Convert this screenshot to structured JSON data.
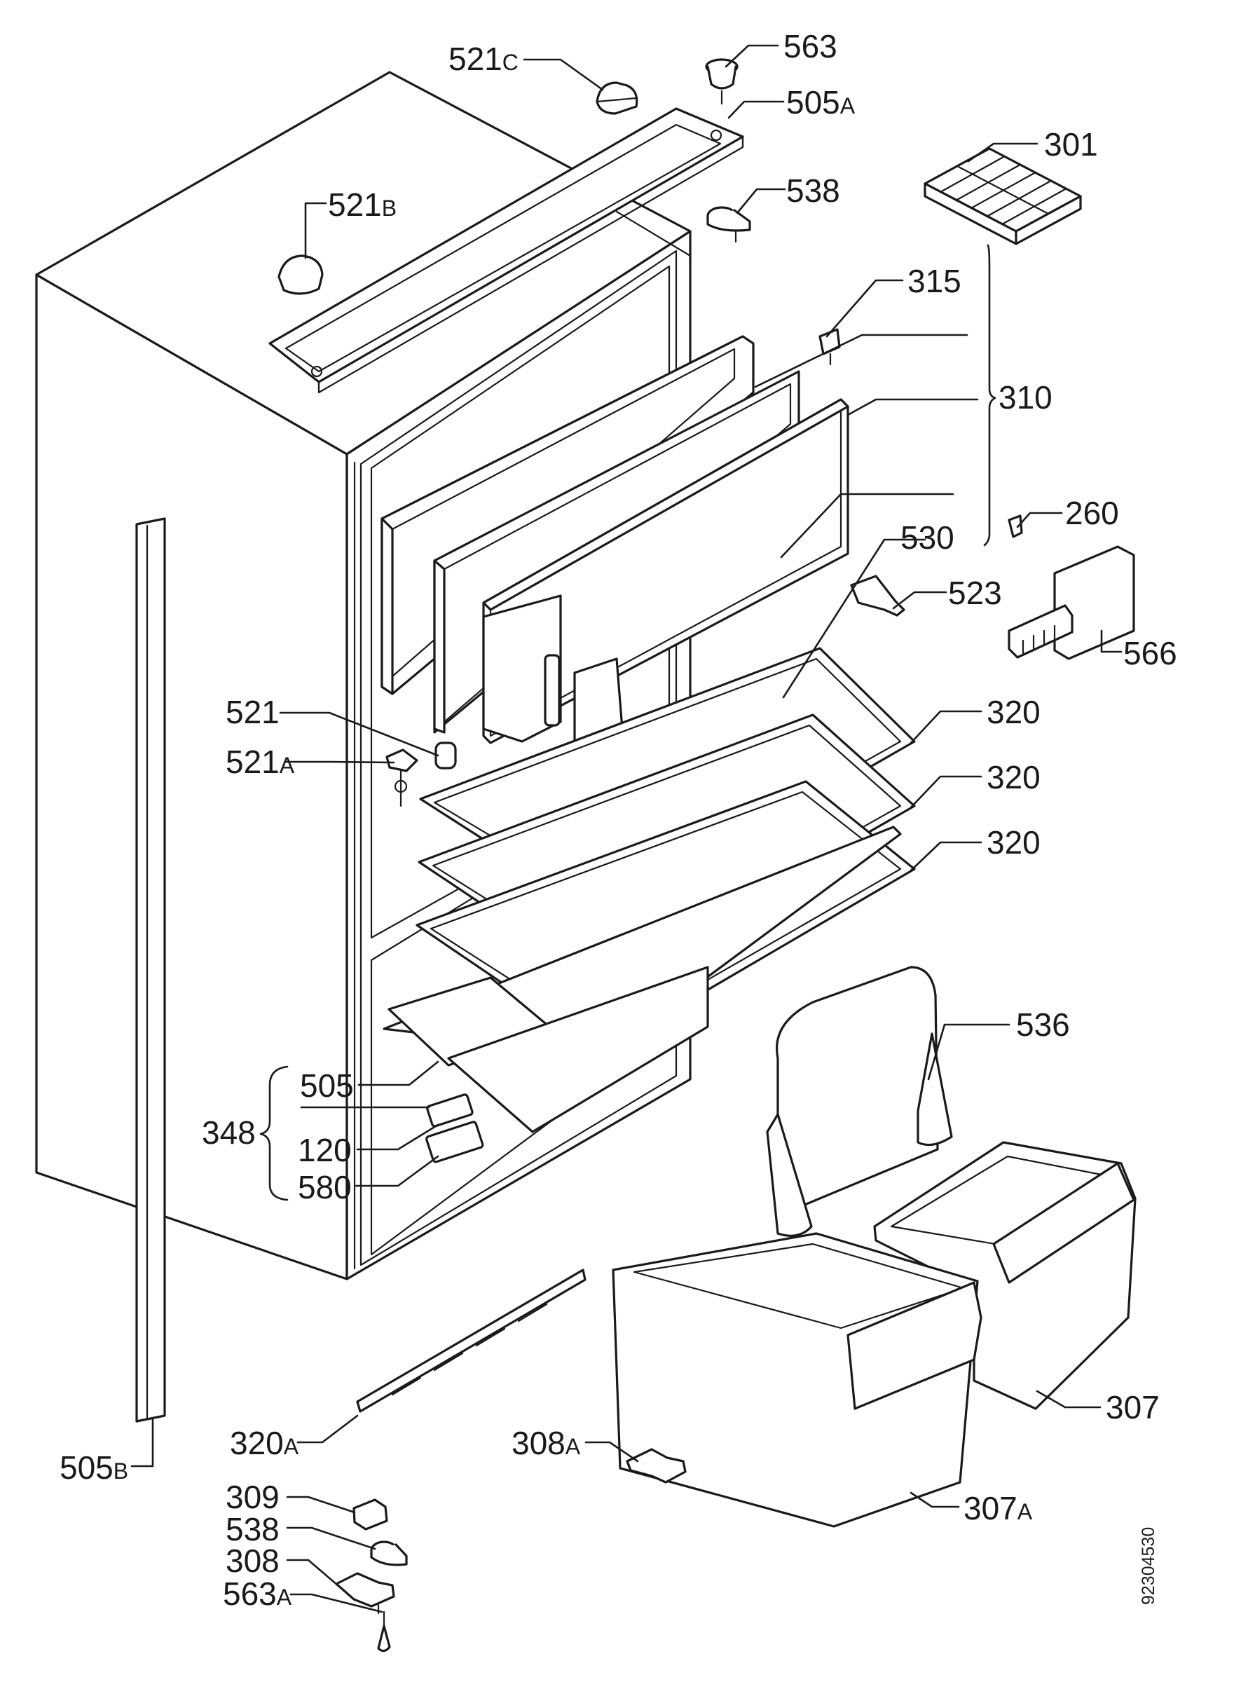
{
  "document_code": "92304530",
  "labels": {
    "l521c": {
      "num": "521",
      "suffix": "C"
    },
    "l563": {
      "num": "563",
      "suffix": ""
    },
    "l505a": {
      "num": "505",
      "suffix": "A"
    },
    "l301": {
      "num": "301",
      "suffix": ""
    },
    "l521b": {
      "num": "521",
      "suffix": "B"
    },
    "l538t": {
      "num": "538",
      "suffix": ""
    },
    "l315": {
      "num": "315",
      "suffix": ""
    },
    "l310": {
      "num": "310",
      "suffix": ""
    },
    "l260": {
      "num": "260",
      "suffix": ""
    },
    "l530": {
      "num": "530",
      "suffix": ""
    },
    "l523": {
      "num": "523",
      "suffix": ""
    },
    "l566": {
      "num": "566",
      "suffix": ""
    },
    "l521": {
      "num": "521",
      "suffix": ""
    },
    "l521a": {
      "num": "521",
      "suffix": "A"
    },
    "l320a1": {
      "num": "320",
      "suffix": ""
    },
    "l320a2": {
      "num": "320",
      "suffix": ""
    },
    "l320a3": {
      "num": "320",
      "suffix": ""
    },
    "l536": {
      "num": "536",
      "suffix": ""
    },
    "l505": {
      "num": "505",
      "suffix": ""
    },
    "l348": {
      "num": "348",
      "suffix": ""
    },
    "l120": {
      "num": "120",
      "suffix": ""
    },
    "l580": {
      "num": "580",
      "suffix": ""
    },
    "l307": {
      "num": "307",
      "suffix": ""
    },
    "l320rail": {
      "num": "320",
      "suffix": "A"
    },
    "l308a": {
      "num": "308",
      "suffix": "A"
    },
    "l505b": {
      "num": "505",
      "suffix": "B"
    },
    "l307a": {
      "num": "307",
      "suffix": "A"
    },
    "l309": {
      "num": "309",
      "suffix": ""
    },
    "l538b": {
      "num": "538",
      "suffix": ""
    },
    "l308": {
      "num": "308",
      "suffix": ""
    },
    "l563a": {
      "num": "563",
      "suffix": "A"
    }
  }
}
